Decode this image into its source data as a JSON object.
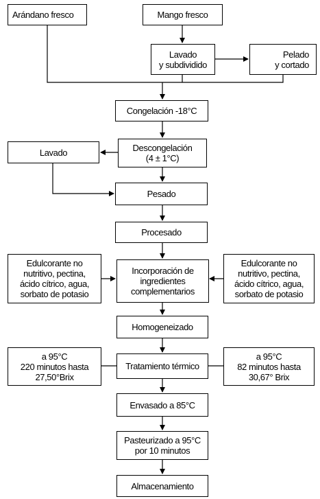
{
  "nodes": {
    "arandano": "Arándano fresco",
    "mango": "Mango fresco",
    "lavado_subdividido": [
      "Lavado",
      "y subdividido"
    ],
    "pelado": [
      "Pelado",
      "y cortado"
    ],
    "congelacion": "Congelación -18°C",
    "descongelacion": [
      "Descongelación",
      "(4 ± 1°C)"
    ],
    "lavado": "Lavado",
    "pesado": "Pesado",
    "procesado": "Procesado",
    "edulcorante_izq": [
      "Edulcorante no",
      "nutritivo, pectina,",
      "ácido cítrico, agua,",
      "sorbato de potasio"
    ],
    "incorporacion": [
      "Incorporación de",
      "ingredientes",
      "complementarios"
    ],
    "edulcorante_der": [
      "Edulcorante no",
      "nutritivo, pectina,",
      "ácido cítrico, agua,",
      "sorbato de potasio"
    ],
    "homogeneizado": "Homogeneizado",
    "cond_izq": [
      "a 95°C",
      "220 minutos hasta",
      "27,50°Brix"
    ],
    "tratamiento": "Tratamiento térmico",
    "cond_der": [
      "a 95°C",
      "82 minutos hasta",
      "30,67° Brix"
    ],
    "envasado": "Envasado a 85°C",
    "pasteurizado": [
      "Pasteurizado a 95°C",
      "por 10 minutos"
    ],
    "almacenamiento": "Almacenamiento"
  }
}
